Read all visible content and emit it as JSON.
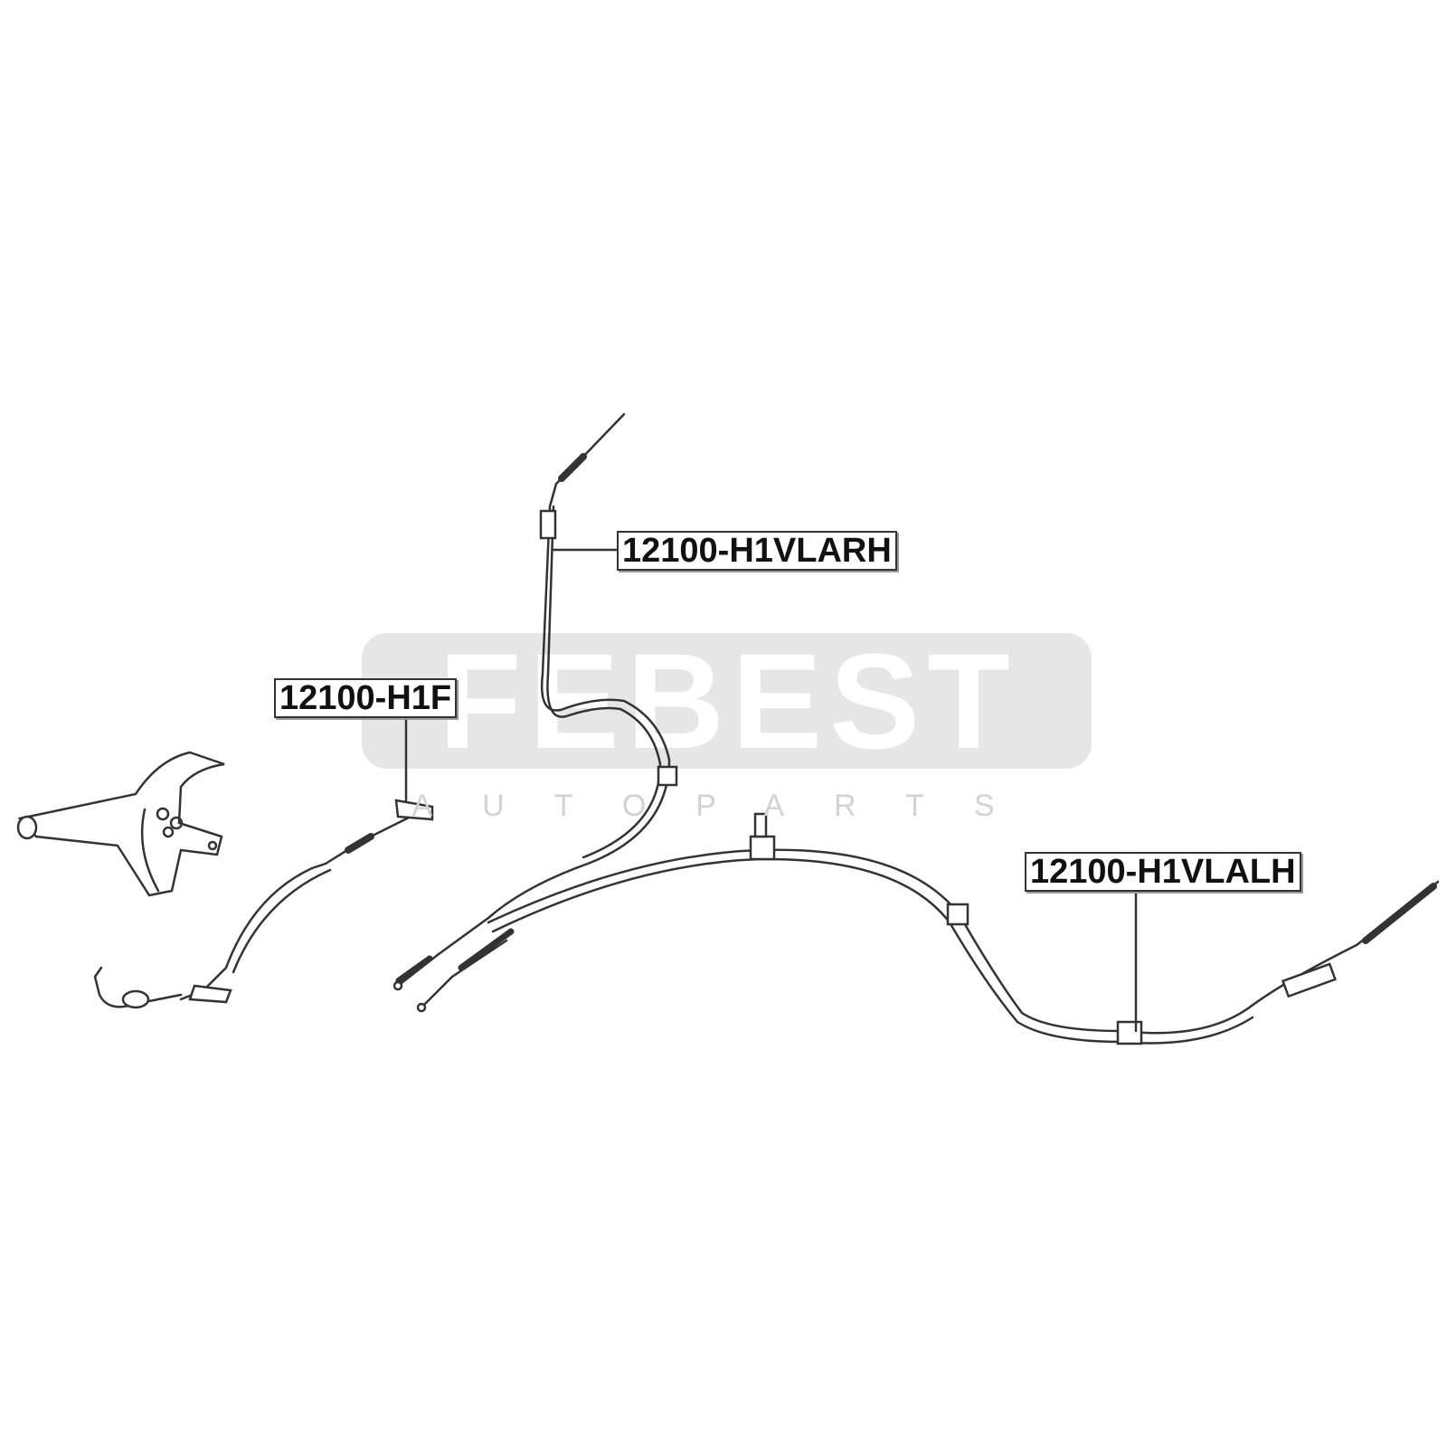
{
  "watermark": {
    "brand": "FEBEST",
    "subtitle": "AUTOPARTS"
  },
  "labels": {
    "rear_right": "12100-H1VLARH",
    "front": "12100-H1F",
    "rear_left": "12100-H1VLALH"
  },
  "colors": {
    "line": "#333333",
    "watermark": "#e6e6e6"
  }
}
